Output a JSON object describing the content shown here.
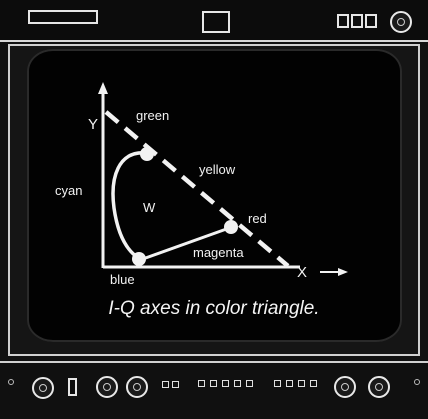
{
  "diagram": {
    "labels": {
      "y_axis": "Y",
      "x_axis": "X",
      "green": "green",
      "yellow": "yellow",
      "cyan": "cyan",
      "white": "W",
      "red": "red",
      "magenta": "magenta",
      "blue": "blue"
    },
    "caption": "I-Q axes in color triangle."
  },
  "colors": {
    "background": "#020202",
    "foreground": "#f2f2f2",
    "bezel": "#d0d0d0"
  }
}
